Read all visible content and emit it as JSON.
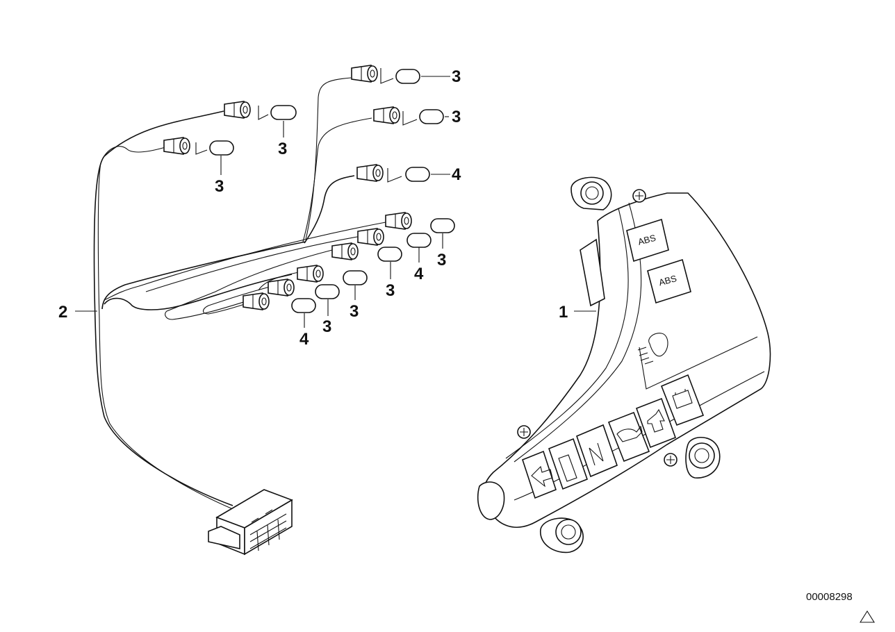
{
  "callouts": {
    "c1": "1",
    "c2": "2",
    "c3": "3",
    "c4": "4"
  },
  "lamp_labels": {
    "abs": "ABS"
  },
  "reference_number": "00008298",
  "icons": [
    "abs-warning-lamp-icon",
    "headlight-icon",
    "neutral-indicator-icon",
    "oil-pressure-icon",
    "turn-signal-icon",
    "battery-icon"
  ],
  "colors": {
    "line": "#111111",
    "background": "#ffffff"
  }
}
